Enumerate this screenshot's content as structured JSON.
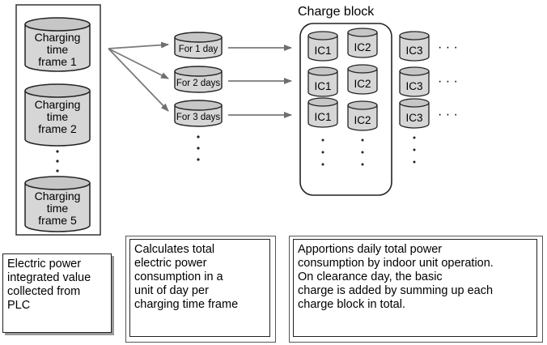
{
  "diagram": {
    "charge_block_title": "Charge block",
    "charging_frames": [
      {
        "lines": [
          "Charging",
          "time",
          "frame 1"
        ]
      },
      {
        "lines": [
          "Charging",
          "time",
          "frame 2"
        ]
      },
      {
        "lines": [
          "Charging",
          "time",
          "frame 5"
        ]
      }
    ],
    "day_cylinders": [
      "For 1 day",
      "For 2 days",
      "For 3 days"
    ],
    "ic_rows": [
      [
        "IC1",
        "IC2",
        "IC3"
      ],
      [
        "IC1",
        "IC2",
        "IC3"
      ],
      [
        "IC1",
        "IC2",
        "IC3"
      ]
    ],
    "ellipsis_h": "· · ·",
    "captions": {
      "plc": [
        "Electric power",
        "integrated value",
        "collected from",
        "PLC"
      ],
      "calc": [
        "Calculates total",
        "electric power",
        "consumption in a",
        "unit of day per",
        "charging time frame"
      ],
      "apportion": [
        "Apportions daily total power",
        "consumption by indoor unit operation.",
        "On clearance day, the basic",
        "charge is added by summing up each",
        "charge block in total."
      ]
    },
    "colors": {
      "cyl_body": "#d9d9d9",
      "cyl_top": "#c4c4c4",
      "stroke": "#222222",
      "arrow": "#7a7a7a"
    }
  }
}
